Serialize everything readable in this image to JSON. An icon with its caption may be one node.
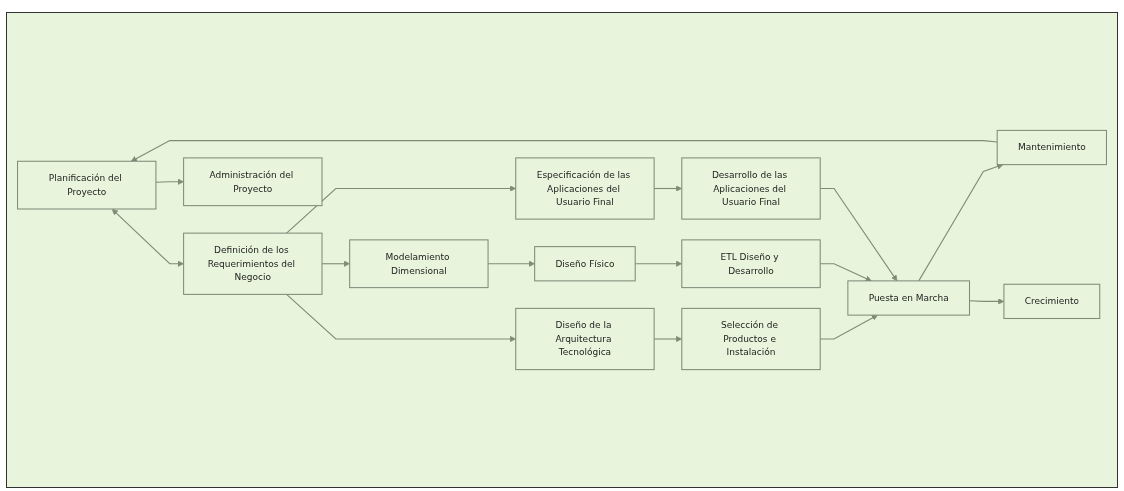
{
  "diagram": {
    "nodes": [
      {
        "text": [
          "Planificación del Proyecto"
        ]
      },
      {
        "text": [
          "Definición de los Requerimientos del Negocio"
        ]
      },
      {
        "text": [
          "Diseño de la Arquitectura Tecnológica"
        ]
      },
      {
        "text": [
          "Selección de Productos e Instalación"
        ]
      },
      {
        "text": [
          "Modelamiento Dimensional"
        ]
      },
      {
        "text": [
          "Diseño Físico"
        ]
      },
      {
        "text": [
          "ETL Diseño y Desarrollo"
        ]
      },
      {
        "text": [
          "Especificación de las Aplicaciones del Usuario Final"
        ]
      },
      {
        "text": [
          "Desarrollo de las Aplicaciones del Usuario Final"
        ]
      },
      {
        "text": [
          "Puesta en Marcha"
        ]
      },
      {
        "text": [
          "Mantenimiento"
        ]
      },
      {
        "text": [
          "Crecimiento"
        ]
      },
      {
        "text": [
          "Administración del Proyecto"
        ]
      }
    ],
    "edges": [
      {
        "from": 0,
        "to": 1,
        "arrow": "both"
      },
      {
        "from": 1,
        "to": 2,
        "arrow": "to"
      },
      {
        "from": 1,
        "to": 4,
        "arrow": "to"
      },
      {
        "from": 1,
        "to": 7,
        "arrow": "to"
      },
      {
        "from": 2,
        "to": 3,
        "arrow": "to"
      },
      {
        "from": 4,
        "to": 5,
        "arrow": "to"
      },
      {
        "from": 5,
        "to": 6,
        "arrow": "to"
      },
      {
        "from": 7,
        "to": 8,
        "arrow": "to"
      },
      {
        "from": 3,
        "to": 9,
        "arrow": "to"
      },
      {
        "from": 6,
        "to": 9,
        "arrow": "to"
      },
      {
        "from": 8,
        "to": 9,
        "arrow": "to"
      },
      {
        "from": 9,
        "to": 10,
        "arrow": "to"
      },
      {
        "from": 9,
        "to": 11,
        "arrow": "to"
      },
      {
        "from": 10,
        "to": 0,
        "arrow": "to"
      },
      {
        "from": 0,
        "to": 12,
        "arrow": "to"
      }
    ]
  }
}
